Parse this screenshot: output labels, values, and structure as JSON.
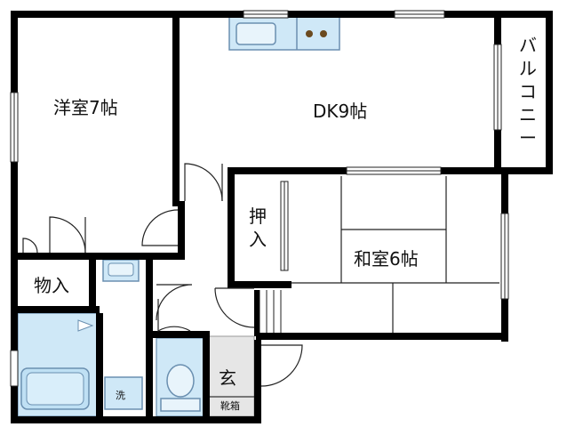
{
  "rooms": {
    "western_room": "洋室7帖",
    "dk": "DK9帖",
    "japanese_room": "和室6帖",
    "storage": "物入",
    "closet": "押入",
    "entrance": "玄",
    "shoe_box": "靴箱",
    "washer": "洗"
  },
  "balcony": [
    "バ",
    "ル",
    "コ",
    "ニ",
    "ー"
  ],
  "closet_vertical": [
    "押",
    "入"
  ],
  "colors": {
    "wall": "#000000",
    "fixture_fill": "#cfe8f7",
    "fixture_stroke": "#6a8fb0",
    "stove_burner": "#6b4a1f",
    "entrance_fill": "#e6e6e6"
  }
}
